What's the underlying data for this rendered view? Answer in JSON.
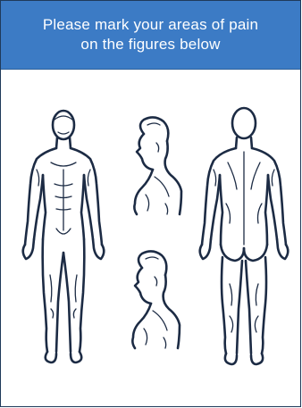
{
  "banner": {
    "instruction": "Please mark your areas of pain on the figures below"
  },
  "colors": {
    "banner_bg": "#3c7bc5",
    "banner_text": "#ffffff",
    "line_art": "#1c2b44",
    "frame": "#1f3a5a"
  },
  "figures": [
    "body-front-figure",
    "head-side-figure-upper",
    "head-side-figure-lower",
    "body-back-figure"
  ]
}
